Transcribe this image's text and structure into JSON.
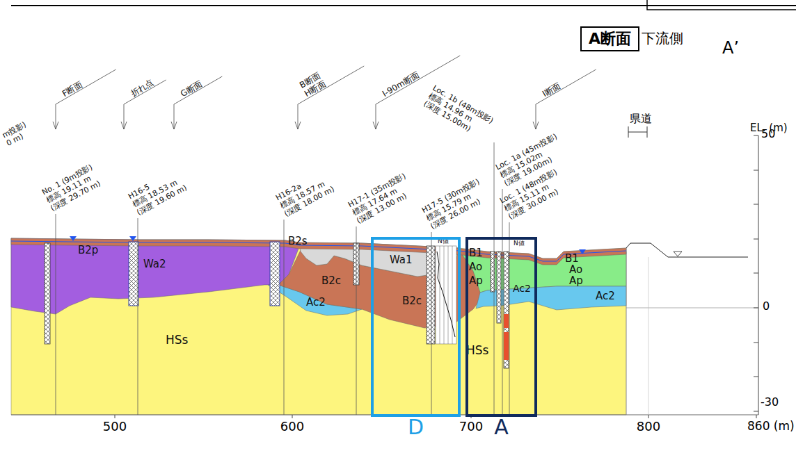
{
  "diagram": {
    "title": "A断面",
    "nodes": [
      {
        "text": [
          "D"
        ]
      },
      {
        "text": [
          "A"
        ]
      }
    ],
    "labels": [
      "下流側",
      "A’",
      "県道",
      "EL. (m)",
      "50",
      "0",
      "-30",
      "500",
      "600",
      "700",
      "800",
      "860 (m)",
      "F断面",
      "折れ点",
      "G断面",
      "B断面",
      "H断面",
      "I-90m断面",
      "I断面",
      "m投影)",
      "0 m)",
      "No. 1 (9m投影)",
      "標高 19.11 m",
      "(深度 29.70 m)",
      "H16-5",
      "標高 18.53 m",
      "(深度 19.60 m)",
      "H16-2a",
      "標高 18.57 m",
      "(深度 18.00 m)",
      "H17-1 (35m投影)",
      "標高 17.64 m",
      "(深度 13.00 m)",
      "H17-5 (30m投影)",
      "標高 15.79 m",
      "(深度 26.00 m)",
      "Loc. 1b (48m投影)",
      "標高 14.96 m",
      "(深度 15.00m)",
      "Loc. 1a (45m投影)",
      "標高 15.02m",
      "(深度 19.00m)",
      "Loc. 1 (48m投影)",
      "標高 15.11 m",
      "(深度 30.00 m)",
      "B2p",
      "Wa2",
      "HSs",
      "B2s",
      "B2c",
      "Ac2",
      "Wa1",
      "B2c",
      "B1",
      "Ao",
      "Ap",
      "Ac2",
      "HSs",
      "B1",
      "Ao",
      "Ap",
      "Ac2",
      "N値",
      "N値"
    ]
  }
}
